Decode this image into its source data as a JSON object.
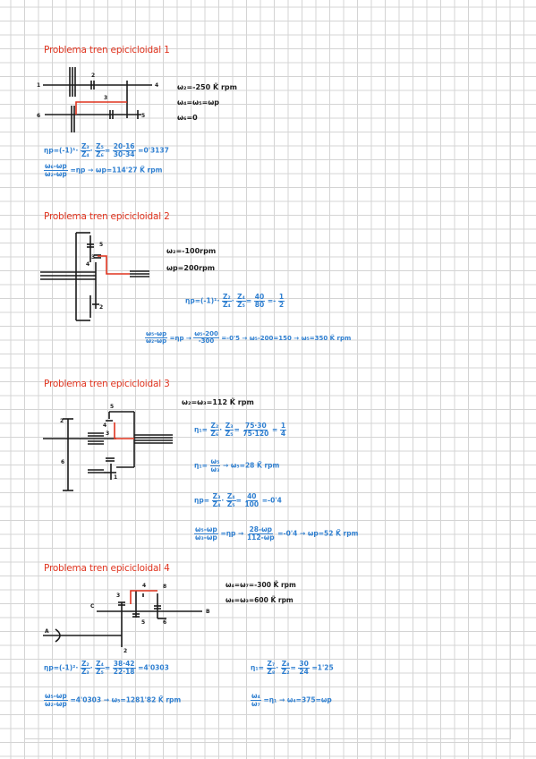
{
  "problems": [
    {
      "title": "Problema tren epicicloidal 1",
      "diagram_labels": [
        "1",
        "2",
        "3",
        "4",
        "5",
        "6"
      ],
      "data_lines": [
        "ω₂=-250 K̃ rpm",
        "ω₄=ω₅=ωp",
        "ω₆=0"
      ],
      "eq1": {
        "lhs": "ηp=(-1)¹·",
        "f1n": "Z₃",
        "f1d": "Z₄",
        "f2n": "Z₅",
        "f2d": "Z₆",
        "f3n": "20·16",
        "f3d": "30·34",
        "rhs": "=0'3137"
      },
      "eq2": {
        "f1n": "ω₆-ωp",
        "f1d": "ω₂-ωp",
        "rhs": "=ηp → ωp=114'27 K̃ rpm"
      }
    },
    {
      "title": "Problema tren epicicloidal 2",
      "diagram_labels": [
        "5",
        "4",
        "3",
        "2"
      ],
      "data_lines": [
        "ω₂=-100rpm",
        "ωp=200rpm"
      ],
      "eq1": {
        "lhs": "ηp=(-1)¹·",
        "f1n": "Z₂",
        "f1d": "Z₄",
        "f2n": "Z₄",
        "f2d": "Z₅",
        "f3n": "40",
        "f3d": "80",
        "rhs": "=-",
        "f4n": "1",
        "f4d": "2"
      },
      "eq2": {
        "f1n": "ω₅-ωp",
        "f1d": "ω₂-ωp",
        "mid": "=ηp →",
        "f2n": "ω₅-200",
        "f2d": "-300",
        "rhs": "=-0'5 → ω₅-200=150 → ω₅=350 K̃ rpm"
      }
    },
    {
      "title": "Problema tren epicicloidal 3",
      "diagram_labels": [
        "5",
        "4",
        "3",
        "2",
        "6",
        "1"
      ],
      "data_lines": [
        "ω₂=ω₃=112 K̃ rpm"
      ],
      "eq1": {
        "lhs": "η₁=",
        "f1n": "Z₂",
        "f1d": "Z₆",
        "f2n": "Z₃",
        "f2d": "Z₅",
        "f3n": "75·30",
        "f3d": "75·120",
        "rhs": "=",
        "f4n": "1",
        "f4d": "4"
      },
      "eq2": {
        "lhs": "η₁=",
        "f1n": "ω₅",
        "f1d": "ω₃",
        "rhs": "→ ω₅=28 K̃ rpm"
      },
      "eq3": {
        "lhs": "ηp=",
        "f1n": "Z₃",
        "f1d": "Z₄",
        "f2n": "Z₄",
        "f2d": "Z₅",
        "f3n": "40",
        "f3d": "100",
        "rhs": "=-0'4"
      },
      "eq4": {
        "f1n": "ω₅-ωp",
        "f1d": "ω₃-ωp",
        "mid": "=ηp →",
        "f2n": "28-ωp",
        "f2d": "112-ωp",
        "rhs": "=-0'4 → ωp=52 K̃ rpm"
      }
    },
    {
      "title": "Problema tren epicicloidal 4",
      "diagram_labels": [
        "4",
        "8",
        "3",
        "C",
        "5",
        "6",
        "B",
        "A",
        "2"
      ],
      "data_lines": [
        "ω₄=ω₇=-300 K̃ rpm",
        "ω₈=ω₃=600 K̃ rpm"
      ],
      "eq1": {
        "lhs": "ηp=(-1)²·",
        "f1n": "Z₂",
        "f1d": "Z₃",
        "f2n": "Z₄",
        "f2d": "Z₅",
        "f3n": "38·42",
        "f3d": "22·18",
        "rhs": "=4'0303"
      },
      "eq2": {
        "f1n": "ω₅-ωp",
        "f1d": "ω₂-ωp",
        "rhs": "=4'0303 → ω₅=1281'82 K̃ rpm"
      },
      "eq3": {
        "lhs": "η₁=",
        "f1n": "Z₇",
        "f1d": "Z₈",
        "f2n": "Z₈",
        "f2d": "Z₂",
        "f3n": "30",
        "f3d": "24",
        "rhs": "=1'25"
      },
      "eq4": {
        "f1n": "ω₄",
        "f1d": "ω₇",
        "rhs": "=η₁ → ω₄=375=ωp"
      }
    }
  ],
  "colors": {
    "title": "#e0341f",
    "ink": "#1a1a1a",
    "blue": "#2f7fd0",
    "grid": "#d4d4d4"
  }
}
